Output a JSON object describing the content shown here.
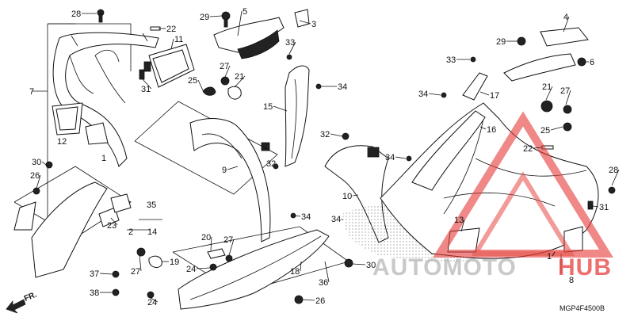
{
  "diagram": {
    "code": "MGP4F4500B",
    "direction_label": "FR.",
    "labels": [
      {
        "id": "p28a",
        "text": "28"
      },
      {
        "id": "p22",
        "text": "22"
      },
      {
        "id": "p11",
        "text": "11"
      },
      {
        "id": "p7",
        "text": "7"
      },
      {
        "id": "p31a",
        "text": "31"
      },
      {
        "id": "p12",
        "text": "12"
      },
      {
        "id": "p1",
        "text": "1"
      },
      {
        "id": "p29a",
        "text": "29"
      },
      {
        "id": "p5",
        "text": "5"
      },
      {
        "id": "p3",
        "text": "3"
      },
      {
        "id": "p33a",
        "text": "33"
      },
      {
        "id": "p27a",
        "text": "27"
      },
      {
        "id": "p25a",
        "text": "25"
      },
      {
        "id": "p21a",
        "text": "21"
      },
      {
        "id": "p34a",
        "text": "34"
      },
      {
        "id": "p15",
        "text": "15"
      },
      {
        "id": "p30a",
        "text": "30"
      },
      {
        "id": "p26a",
        "text": "26"
      },
      {
        "id": "p9",
        "text": "9"
      },
      {
        "id": "p32a",
        "text": "32"
      },
      {
        "id": "p35",
        "text": "35"
      },
      {
        "id": "p23",
        "text": "23"
      },
      {
        "id": "p2",
        "text": "2"
      },
      {
        "id": "p14",
        "text": "14"
      },
      {
        "id": "p34b",
        "text": "34"
      },
      {
        "id": "p27b",
        "text": "27"
      },
      {
        "id": "p19",
        "text": "19"
      },
      {
        "id": "p37",
        "text": "37"
      },
      {
        "id": "p38",
        "text": "38"
      },
      {
        "id": "p24a",
        "text": "24"
      },
      {
        "id": "p20",
        "text": "20"
      },
      {
        "id": "p27c",
        "text": "27"
      },
      {
        "id": "p24b",
        "text": "24"
      },
      {
        "id": "p18",
        "text": "18"
      },
      {
        "id": "p36",
        "text": "36"
      },
      {
        "id": "p26b",
        "text": "26"
      },
      {
        "id": "p32b",
        "text": "32"
      },
      {
        "id": "p10",
        "text": "10"
      },
      {
        "id": "p34c",
        "text": "34"
      },
      {
        "id": "p34d",
        "text": "34"
      },
      {
        "id": "p34e",
        "text": "34"
      },
      {
        "id": "p30b",
        "text": "30"
      },
      {
        "id": "p4",
        "text": "4"
      },
      {
        "id": "p29b",
        "text": "29"
      },
      {
        "id": "p33b",
        "text": "33"
      },
      {
        "id": "p6",
        "text": "6"
      },
      {
        "id": "p17",
        "text": "17"
      },
      {
        "id": "p16",
        "text": "16"
      },
      {
        "id": "p21b",
        "text": "21"
      },
      {
        "id": "p27d",
        "text": "27"
      },
      {
        "id": "p25b",
        "text": "25"
      },
      {
        "id": "p22b",
        "text": "22"
      },
      {
        "id": "p28b",
        "text": "28"
      },
      {
        "id": "p31b",
        "text": "31"
      },
      {
        "id": "p13",
        "text": "13"
      },
      {
        "id": "p1b",
        "text": "1"
      },
      {
        "id": "p8",
        "text": "8"
      }
    ]
  },
  "watermark": {
    "word1": "AUTOMOTO",
    "word2": "HUB",
    "color_gray": "#b4b4b4",
    "color_red": "#e53935"
  }
}
